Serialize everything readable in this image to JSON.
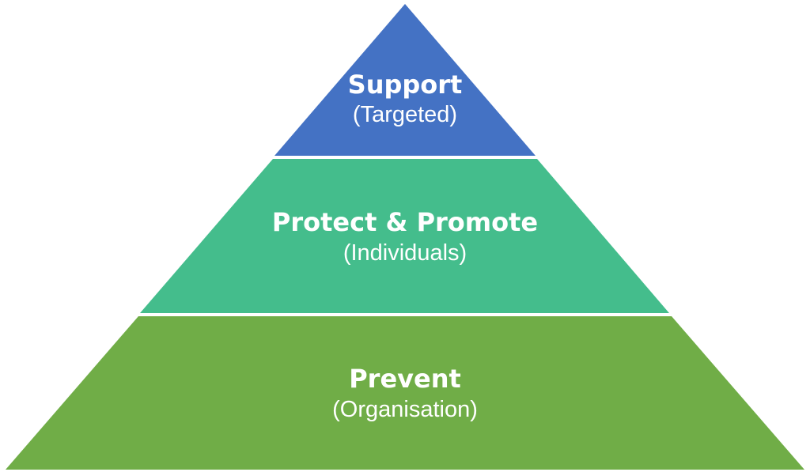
{
  "pyramid": {
    "tiers": [
      {
        "title": "Support",
        "subtitle": "(Targeted)",
        "color": "#4472c4"
      },
      {
        "title": "Protect & Promote",
        "subtitle": "(Individuals)",
        "color": "#44bd8c"
      },
      {
        "title": "Prevent",
        "subtitle": "(Organisation)",
        "color": "#70ad47"
      }
    ]
  }
}
